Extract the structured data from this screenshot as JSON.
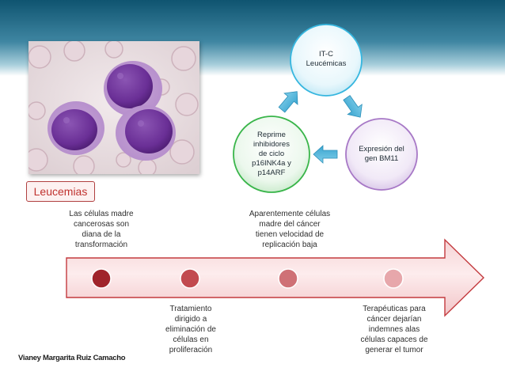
{
  "title": "Leucemias",
  "cycle": {
    "nodes": [
      {
        "label": "IT-C\nLeucémicas",
        "color": "#36b6df"
      },
      {
        "label": "Expresión del\ngen BM11",
        "color": "#a778c6"
      },
      {
        "label": "Reprime\ninhibidores\nde ciclo\np16INK4a y\np14ARF",
        "color": "#39b54a"
      }
    ]
  },
  "timeline": {
    "above": [
      "Las células madre\ncancerosas son\ndiana de la\ntransformación",
      "Aparentemente células\nmadre del cáncer\ntienen velocidad de\nreplicación baja"
    ],
    "below": [
      "Tratamiento\ndirigido a\neliminación de\ncélulas en\nproliferación",
      "Terapéuticas para\ncáncer dejarían\nindemnes alas\ncélulas capaces de\ngenerar el tumor"
    ],
    "dot_colors": [
      "#a0242b",
      "#c24a4f",
      "#cf7176",
      "#e7a7ab"
    ]
  },
  "author": "Vianey Margarita Ruiz Camacho"
}
